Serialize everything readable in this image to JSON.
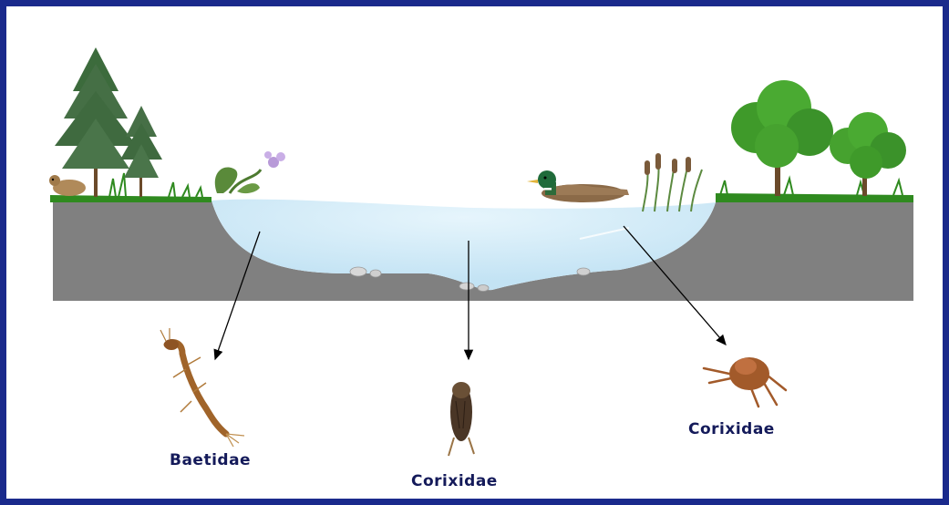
{
  "labels": {
    "left": "Baetidae",
    "middle": "Corixidae",
    "right": "Corixidae"
  },
  "colors": {
    "frame": "#1a2a8c",
    "ground": "#808080",
    "water": "#cfeaf7",
    "grass": "#2f8a1f",
    "label": "#141a5a",
    "insect_brown": "#a0642a"
  }
}
